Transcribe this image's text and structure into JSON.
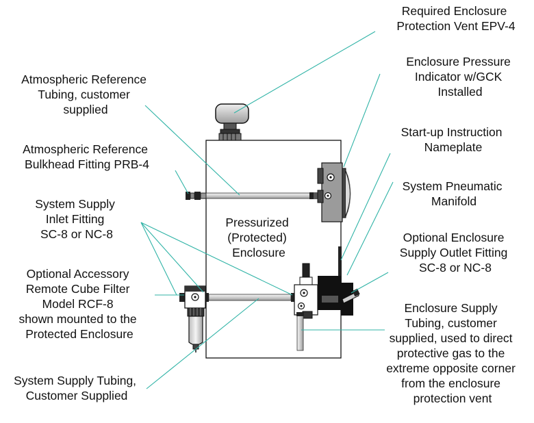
{
  "labels": {
    "vent": [
      "Required Enclosure",
      "Protection Vent EPV-4"
    ],
    "indicator": [
      "Enclosure Pressure",
      "Indicator w/GCK",
      "Installed"
    ],
    "nameplate": [
      "Start-up Instruction",
      "Nameplate"
    ],
    "manifold": [
      "System Pneumatic",
      "Manifold"
    ],
    "outlet_fitting": [
      "Optional Enclosure",
      "Supply Outlet Fitting",
      "SC-8 or NC-8"
    ],
    "supply_tubing_enclosure": [
      "Enclosure Supply",
      "Tubing, customer",
      "supplied, used to direct",
      "protective gas to the",
      "extreme opposite corner",
      "from the enclosure",
      "protection vent"
    ],
    "atm_tubing": [
      "Atmospheric Reference",
      "Tubing, customer",
      "supplied"
    ],
    "atm_bulkhead": [
      "Atmospheric Reference",
      "Bulkhead Fitting PRB-4"
    ],
    "inlet_fitting": [
      "System Supply",
      "Inlet Fitting",
      "SC-8 or NC-8"
    ],
    "cube_filter": [
      "Optional Accessory",
      "Remote Cube Filter",
      "Model RCF-8",
      "shown mounted to the",
      "Protected Enclosure"
    ],
    "system_tubing": [
      "System Supply Tubing,",
      "Customer Supplied"
    ],
    "enclosure": [
      "Pressurized",
      "(Protected)",
      "Enclosure"
    ]
  },
  "colors": {
    "leader": "#2fb3a6",
    "part_dark": "#111111",
    "part_gray": "#bdbdbd",
    "part_light": "#e6e6e6"
  }
}
